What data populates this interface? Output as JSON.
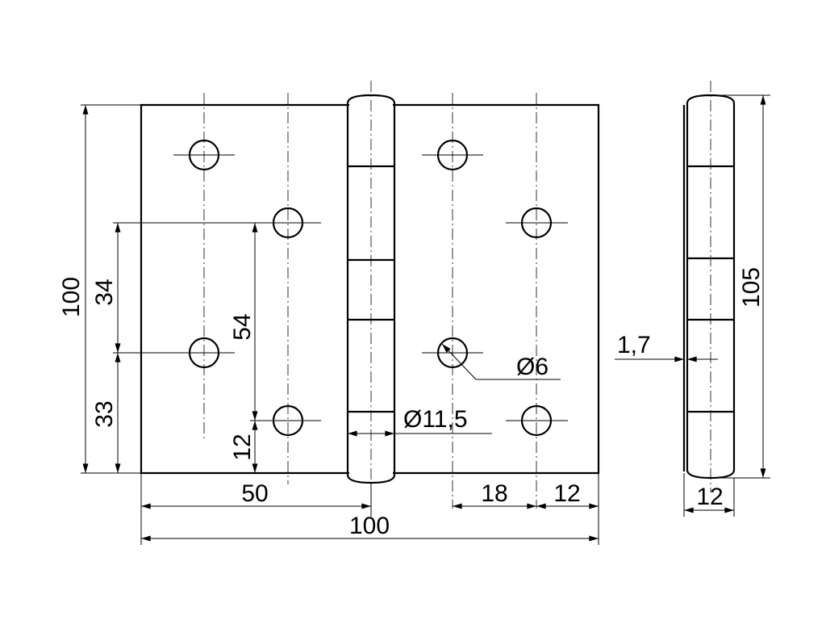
{
  "dimensions": {
    "plate_height": "100",
    "upper_hole_spacing": "34",
    "lower_hole_spacing": "33",
    "hole_row_spacing": "54",
    "bottom_offset": "12",
    "half_width": "50",
    "total_width": "100",
    "hole_column_spacing": "18",
    "edge_offset": "12",
    "hole_diameter": "Ø6",
    "knuckle_diameter": "Ø11,5",
    "overall_height": "105",
    "plate_thickness": "1,7",
    "knuckle_width": "12"
  },
  "colors": {
    "line": "#000000",
    "background": "#ffffff"
  }
}
